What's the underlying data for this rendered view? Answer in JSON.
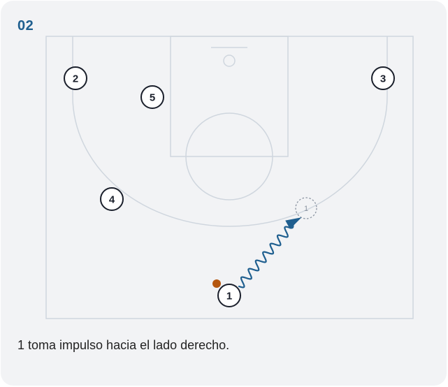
{
  "step_number": "02",
  "caption": "1 toma impulso hacia el lado derecho.",
  "colors": {
    "card_background": "#f2f3f5",
    "court_lines": "#cfd6de",
    "step_number": "#1f5f8f",
    "player_outline": "#1a1f2b",
    "dribble_path": "#1f5f8f",
    "ball": "#b5570f",
    "ghost_marker": "#8a93a0"
  },
  "players": [
    {
      "id": "player-2",
      "label": "2"
    },
    {
      "id": "player-5",
      "label": "5"
    },
    {
      "id": "player-3",
      "label": "3"
    },
    {
      "id": "player-4",
      "label": "4"
    },
    {
      "id": "player-1",
      "label": "1"
    }
  ],
  "ghost_marker": {
    "label": "1"
  },
  "icons": {
    "ball": "basketball-icon",
    "path": "dribble-arrow-icon"
  }
}
